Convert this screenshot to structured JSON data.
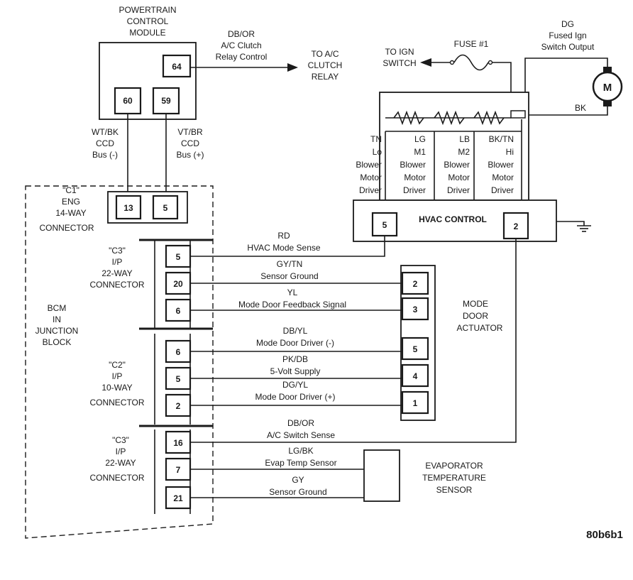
{
  "pcm": {
    "title": [
      "POWERTRAIN",
      "CONTROL",
      "MODULE"
    ],
    "pins": {
      "p64": "64",
      "p60": "60",
      "p59": "59"
    }
  },
  "ac_clutch_wire": [
    "DB/OR",
    "A/C Clutch",
    "Relay Control"
  ],
  "ac_clutch_dest": [
    "TO A/C",
    "CLUTCH",
    "RELAY"
  ],
  "ccd_minus": [
    "WT/BK",
    "CCD",
    "Bus (-)"
  ],
  "ccd_plus": [
    "VT/BR",
    "CCD",
    "Bus (+)"
  ],
  "c1": {
    "label": [
      "\"C1\"",
      "ENG",
      "14-WAY",
      "CONNECTOR"
    ],
    "pins": {
      "p13": "13",
      "p5": "5"
    }
  },
  "c3_top": {
    "label": [
      "\"C3\"",
      "I/P",
      "22-WAY",
      "CONNECTOR"
    ],
    "pins": {
      "p5": "5",
      "p20": "20",
      "p6": "6"
    }
  },
  "c2": {
    "label": [
      "\"C2\"",
      "I/P",
      "10-WAY",
      "CONNECTOR"
    ],
    "pins": {
      "p6": "6",
      "p5": "5",
      "p2": "2"
    }
  },
  "c3_bottom": {
    "label": [
      "\"C3\"",
      "I/P",
      "22-WAY",
      "CONNECTOR"
    ],
    "pins": {
      "p16": "16",
      "p7": "7",
      "p21": "21"
    }
  },
  "bcm": [
    "BCM",
    "IN",
    "JUNCTION",
    "BLOCK"
  ],
  "fuse": {
    "label": "FUSE #1",
    "to_ign": [
      "TO IGN",
      "SWITCH"
    ]
  },
  "dg": [
    "DG",
    "Fused Ign",
    "Switch Output"
  ],
  "motor": {
    "symbol": "M",
    "ground_wire": "BK"
  },
  "blower_drivers": [
    [
      "TN",
      "Lo",
      "Blower",
      "Motor",
      "Driver"
    ],
    [
      "LG",
      "M1",
      "Blower",
      "Motor",
      "Driver"
    ],
    [
      "LB",
      "M2",
      "Blower",
      "Motor",
      "Driver"
    ],
    [
      "BK/TN",
      "Hi",
      "Blower",
      "Motor",
      "Driver"
    ]
  ],
  "hvac": {
    "label": "HVAC CONTROL",
    "pins": {
      "p5": "5",
      "p2": "2"
    }
  },
  "wires": {
    "rd": [
      "RD",
      "HVAC Mode Sense"
    ],
    "gytn": [
      "GY/TN",
      "Sensor Ground"
    ],
    "yl": [
      "YL",
      "Mode Door Feedback Signal"
    ],
    "dbyl": [
      "DB/YL",
      "Mode Door Driver (-)"
    ],
    "pkdb": [
      "PK/DB",
      "5-Volt Supply"
    ],
    "dgyl": [
      "DG/YL",
      "Mode Door Driver (+)"
    ],
    "dbor": [
      "DB/OR",
      "A/C Switch Sense"
    ],
    "lgbk": [
      "LG/BK",
      "Evap Temp Sensor"
    ],
    "gy": [
      "GY",
      "Sensor Ground"
    ]
  },
  "actuator": {
    "label": [
      "MODE",
      "DOOR",
      "ACTUATOR"
    ],
    "pins": {
      "p2": "2",
      "p3": "3",
      "p5": "5",
      "p4": "4",
      "p1": "1"
    }
  },
  "evap": [
    "EVAPORATOR",
    "TEMPERATURE",
    "SENSOR"
  ],
  "figure_id": "80b6b1"
}
